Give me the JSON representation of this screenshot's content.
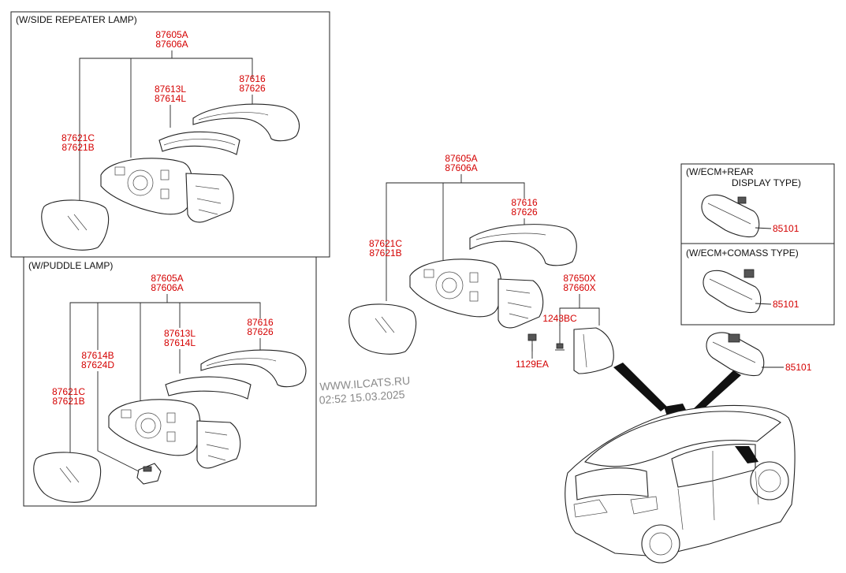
{
  "boxes": {
    "side_repeater": "(W/SIDE REPEATER LAMP)",
    "puddle": "(W/PUDDLE LAMP)",
    "ecm_rear_line1": "(W/ECM+REAR",
    "ecm_rear_line2": "DISPLAY TYPE)",
    "ecm_comass": "(W/ECM+COMASS TYPE)"
  },
  "parts": {
    "mirror_assy_1": "87605A",
    "mirror_assy_2": "87606A",
    "cover_1": "87616",
    "cover_2": "87626",
    "repeater_1": "87613L",
    "repeater_2": "87614L",
    "glass_1": "87621C",
    "glass_2": "87621B",
    "puddle_1": "87614B",
    "puddle_2": "87624D",
    "triangle_1": "87650X",
    "triangle_2": "87660X",
    "bolt": "1243BC",
    "screw": "1129EA",
    "inside_mirror": "85101"
  },
  "watermark": {
    "line1": "WWW.ILCATS.RU",
    "line2": "02:52 15.03.2025"
  }
}
